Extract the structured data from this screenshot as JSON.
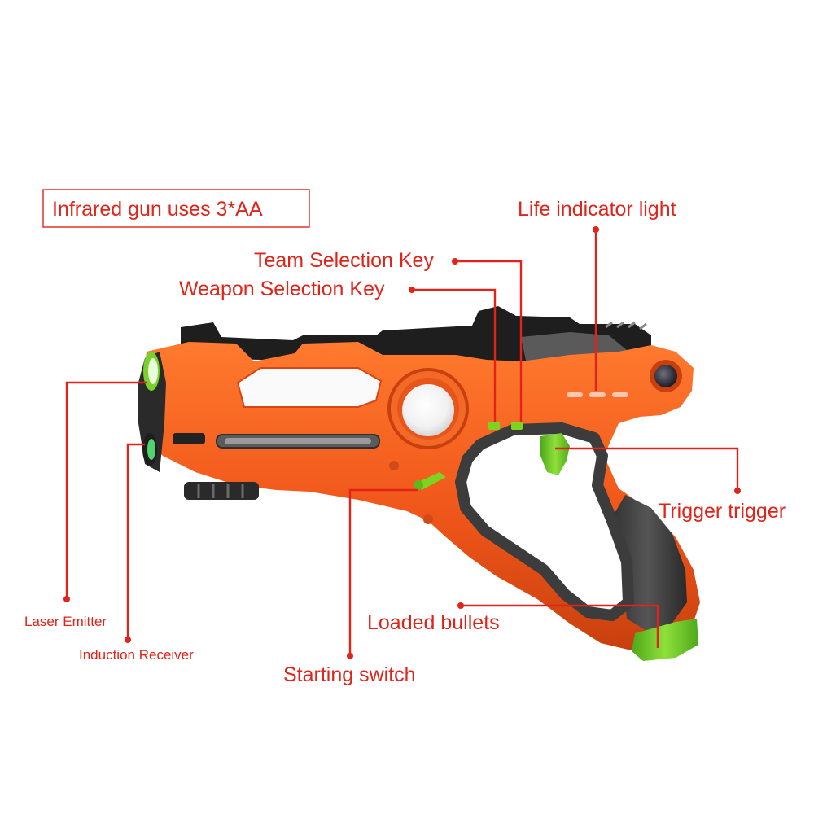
{
  "battery_note": "Infrared gun uses 3*AA",
  "labels": {
    "life_indicator": "Life indicator light",
    "team_key": "Team Selection Key",
    "weapon_key": "Weapon Selection Key",
    "trigger": "Trigger trigger",
    "laser_emitter": "Laser Emitter",
    "induction_receiver": "Induction Receiver",
    "loaded_bullets": "Loaded bullets",
    "starting_switch": "Starting switch"
  },
  "colors": {
    "label_red": "#e2231a",
    "body_orange": "#f0561a",
    "accent_green": "#7ed321",
    "dark_grey": "#3a3a3a"
  }
}
